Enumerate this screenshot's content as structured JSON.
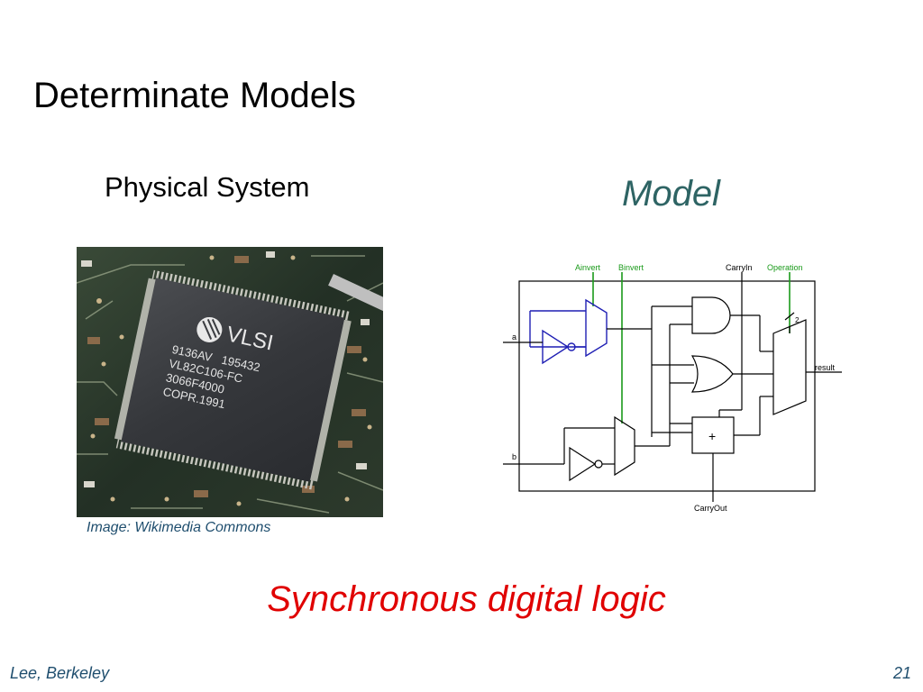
{
  "slide": {
    "title": "Determinate Models",
    "physical_heading": "Physical System",
    "model_heading": "Model",
    "image_credit": "Image: Wikimedia Commons",
    "caption": "Synchronous digital logic",
    "footer_left": "Lee, Berkeley",
    "page_number": "21"
  },
  "chip": {
    "brand": "VLSI",
    "lines": [
      "9136AV   195432",
      "VL82C106-FC",
      "3066F4000",
      "COPR.1991"
    ]
  },
  "alu_diagram": {
    "labels": {
      "ainvert": "Ainvert",
      "binvert": "Binvert",
      "carryin": "CarryIn",
      "operation": "Operation",
      "input_a": "a",
      "input_b": "b",
      "result": "result",
      "carryout": "CarryOut",
      "adder": "+",
      "bus_width": "2"
    }
  },
  "colors": {
    "model_heading": "#2e6464",
    "image_credit": "#1f4e6e",
    "caption": "#e00000",
    "footer": "#1f4e6e",
    "diagram_blue": "#1f1fb4",
    "diagram_green": "#1a9a1a"
  }
}
